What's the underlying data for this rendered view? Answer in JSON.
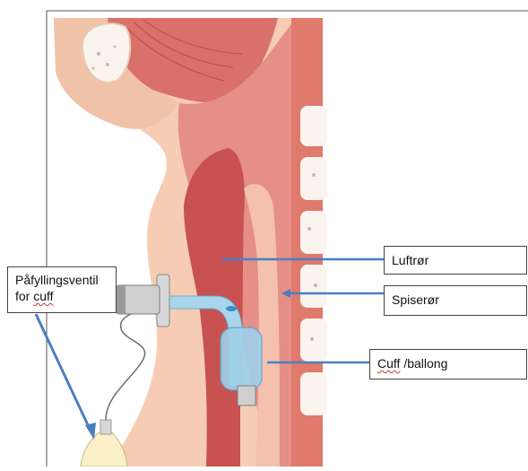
{
  "labels": {
    "trachea": "Luftrør",
    "esophagus": "Spiserør",
    "cuff": "Cuff /ballong",
    "cuff_word": "Cuff",
    "balloon_word": "/ballong",
    "valve_line1": "Påfyllingsventil",
    "valve_line2_prefix": "for ",
    "valve_line2_word": "cuff"
  },
  "colors": {
    "skin": "#f6cdb4",
    "soft_tissue": "#f0b8a0",
    "muscle": "#d9716a",
    "airway_dark": "#c7524f",
    "bone": "#fbf4ee",
    "arrow": "#4a7fc1",
    "tube": "#a9d6ec",
    "cuff_fill": "#9fd0ea"
  }
}
